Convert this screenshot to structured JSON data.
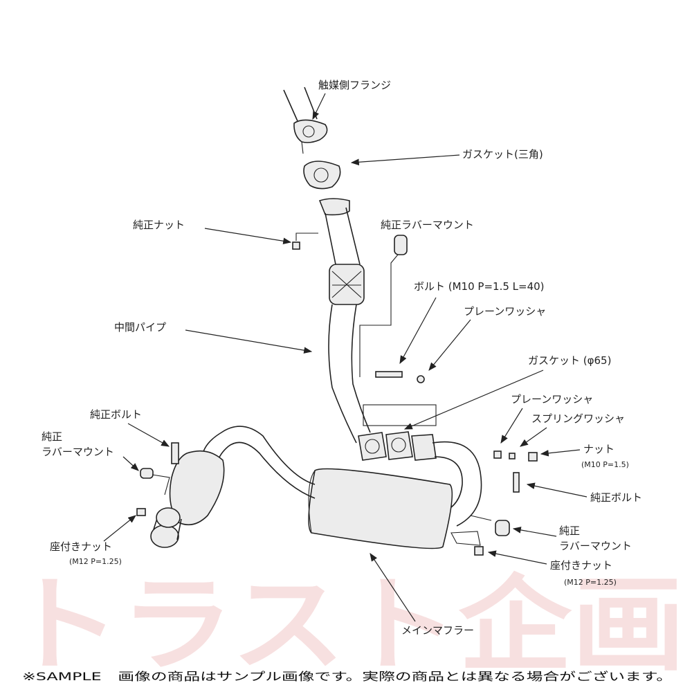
{
  "watermark": "トラスト企画",
  "footer": "※SAMPLE　画像の商品はサンプル画像です。実際の商品とは異なる場合がございます。",
  "labels": {
    "catalyst_flange": "触媒側フランジ",
    "gasket_triangle": "ガスケット(三角)",
    "oem_nut": "純正ナット",
    "oem_rubber_mount_top": "純正ラバーマウント",
    "bolt": "ボルト (M10 P=1.5 L=40)",
    "plain_washer_1": "プレーンワッシャ",
    "center_pipe": "中間パイプ",
    "gasket_65": "ガスケット (φ65)",
    "plain_washer_2": "プレーンワッシャ",
    "spring_washer": "スプリングワッシャ",
    "nut": "ナット",
    "nut_spec": "(M10 P=1.5)",
    "oem_bolt_left": "純正ボルト",
    "oem_rubber_mount_left_1": "純正",
    "oem_rubber_mount_left_2": "ラバーマウント",
    "oem_bolt_right": "純正ボルト",
    "oem_rubber_mount_right_1": "純正",
    "oem_rubber_mount_right_2": "ラバーマウント",
    "seat_nut_left": "座付きナット",
    "seat_nut_left_spec": "(M12 P=1.25)",
    "seat_nut_right": "座付きナット",
    "seat_nut_right_spec": "(M12 P=1.25)",
    "main_muffler": "メインマフラー"
  }
}
